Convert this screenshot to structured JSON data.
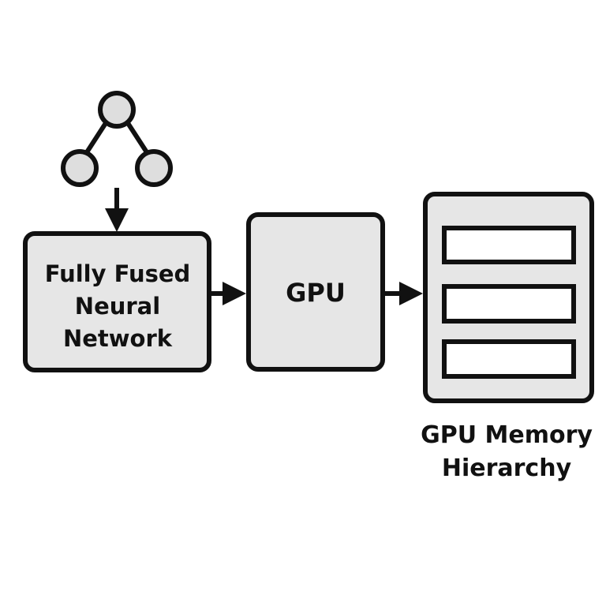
{
  "diagram": {
    "network_box": {
      "label_lines": [
        "Fully Fused",
        "Neural",
        "Network"
      ]
    },
    "gpu_box": {
      "label": "GPU"
    },
    "memory_box": {
      "slots": 3,
      "caption_lines": [
        "GPU Memory",
        "Hierarchy"
      ]
    },
    "tree_icon": {
      "nodes": 3
    }
  },
  "colors": {
    "stroke": "#111111",
    "box_fill": "#e6e6e6",
    "node_fill": "#dedede",
    "slot_fill": "#ffffff",
    "background": "#ffffff"
  }
}
